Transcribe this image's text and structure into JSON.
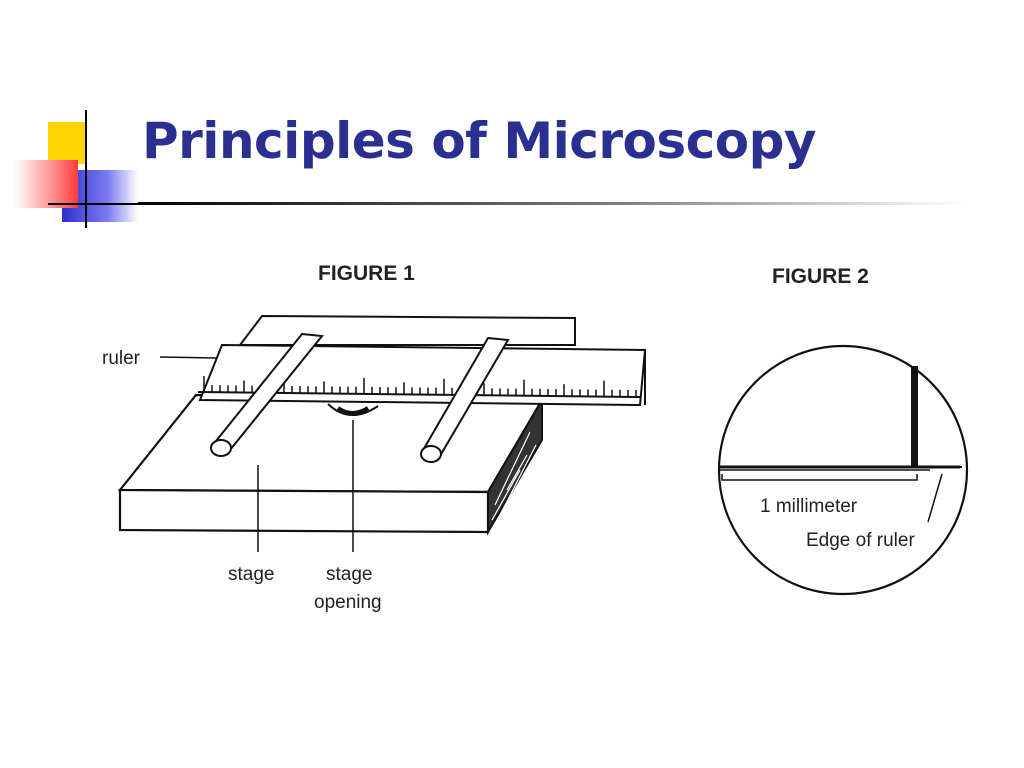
{
  "slide": {
    "title": "Principles of Microscopy"
  },
  "figure1": {
    "caption": "FIGURE 1",
    "labels": {
      "ruler": "ruler",
      "stage": "stage",
      "stage_opening_line1": "stage",
      "stage_opening_line2": "opening"
    }
  },
  "figure2": {
    "caption": "FIGURE 2",
    "labels": {
      "millimeter": "1 millimeter",
      "edge_of_ruler": "Edge of ruler"
    }
  },
  "colors": {
    "title": "#2b2f8f",
    "accent_yellow": "#ffd400",
    "accent_blue": "#3333cc",
    "accent_red": "#ff4444"
  }
}
